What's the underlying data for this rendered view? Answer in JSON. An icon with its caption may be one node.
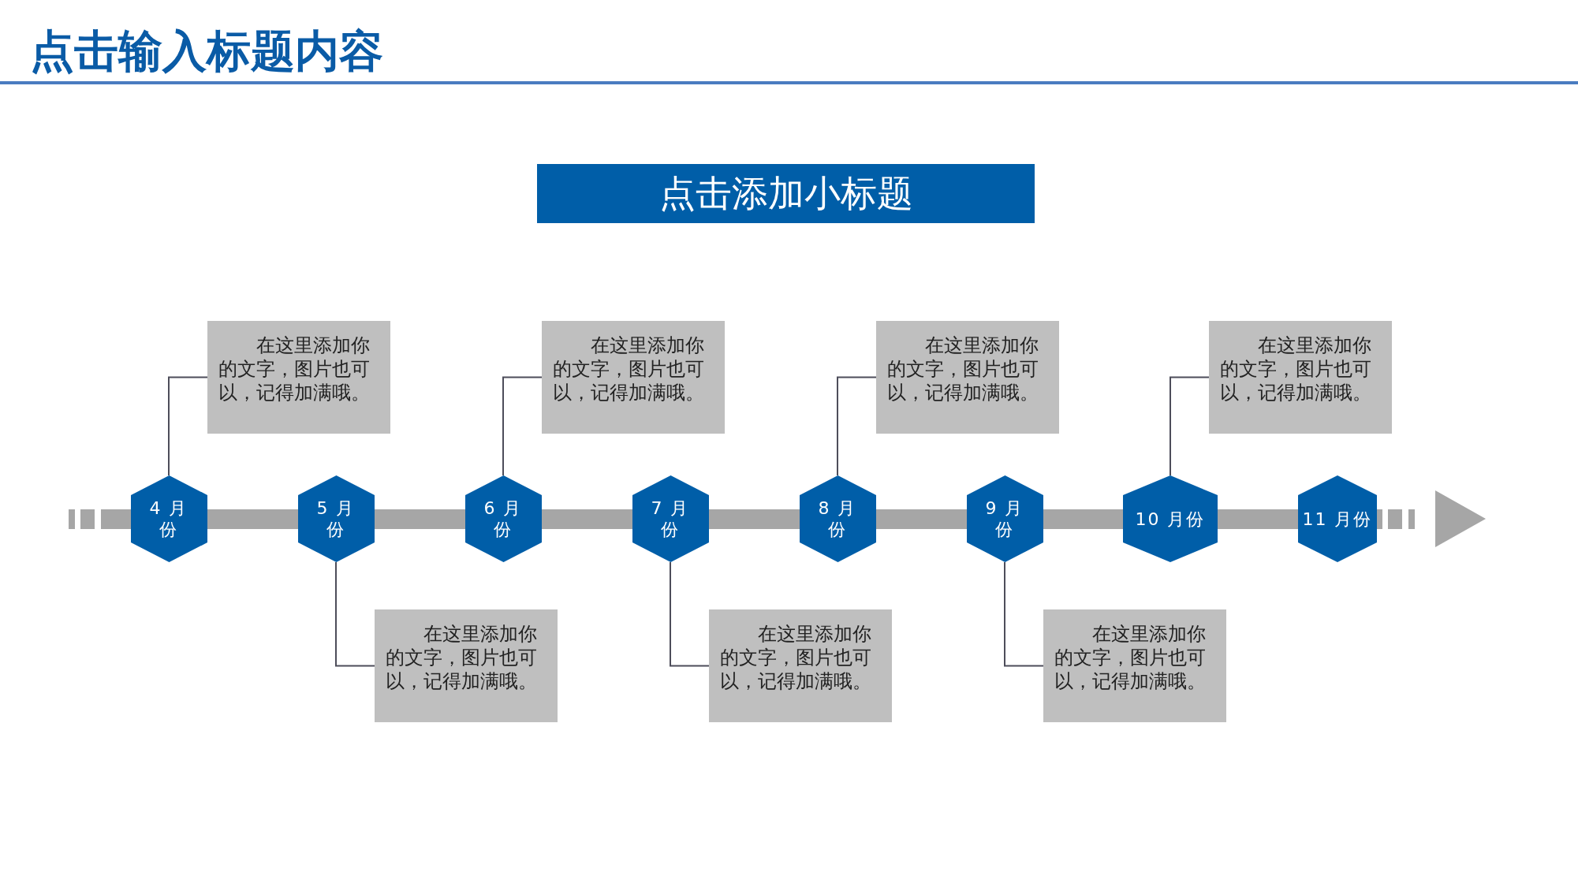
{
  "diagram": {
    "title": "点击输入标题内容",
    "nodes": [
      {
        "text": [
          "点击添加小标题"
        ]
      },
      {
        "text": [
          "4 月份"
        ]
      },
      {
        "text": [
          "5 月份"
        ]
      },
      {
        "text": [
          "6 月份"
        ]
      },
      {
        "text": [
          "7 月份"
        ]
      },
      {
        "text": [
          "8 月份"
        ]
      },
      {
        "text": [
          "9 月份"
        ]
      },
      {
        "text": [
          "10 月份"
        ]
      },
      {
        "text": [
          "11 月份"
        ]
      },
      {
        "text": [
          "在这里添加你的文字，图片也可以，记得加满哦。"
        ]
      },
      {
        "text": [
          "在这里添加你的文字，图片也可以，记得加满哦。"
        ]
      },
      {
        "text": [
          "在这里添加你的文字，图片也可以，记得加满哦。"
        ]
      },
      {
        "text": [
          "在这里添加你的文字，图片也可以，记得加满哦。"
        ]
      },
      {
        "text": [
          "在这里添加你的文字，图片也可以，记得加满哦。"
        ]
      },
      {
        "text": [
          "在这里添加你的文字，图片也可以，记得加满哦。"
        ]
      },
      {
        "text": [
          "在这里添加你的文字，图片也可以，记得加满哦。"
        ]
      }
    ],
    "edges": [
      {
        "from": 1,
        "to": 9,
        "arrow": "none"
      },
      {
        "from": 2,
        "to": 10,
        "arrow": "none"
      },
      {
        "from": 3,
        "to": 11,
        "arrow": "none"
      },
      {
        "from": 4,
        "to": 12,
        "arrow": "none"
      },
      {
        "from": 5,
        "to": 13,
        "arrow": "none"
      },
      {
        "from": 6,
        "to": 14,
        "arrow": "none"
      },
      {
        "from": 7,
        "to": 15,
        "arrow": "none"
      }
    ]
  }
}
